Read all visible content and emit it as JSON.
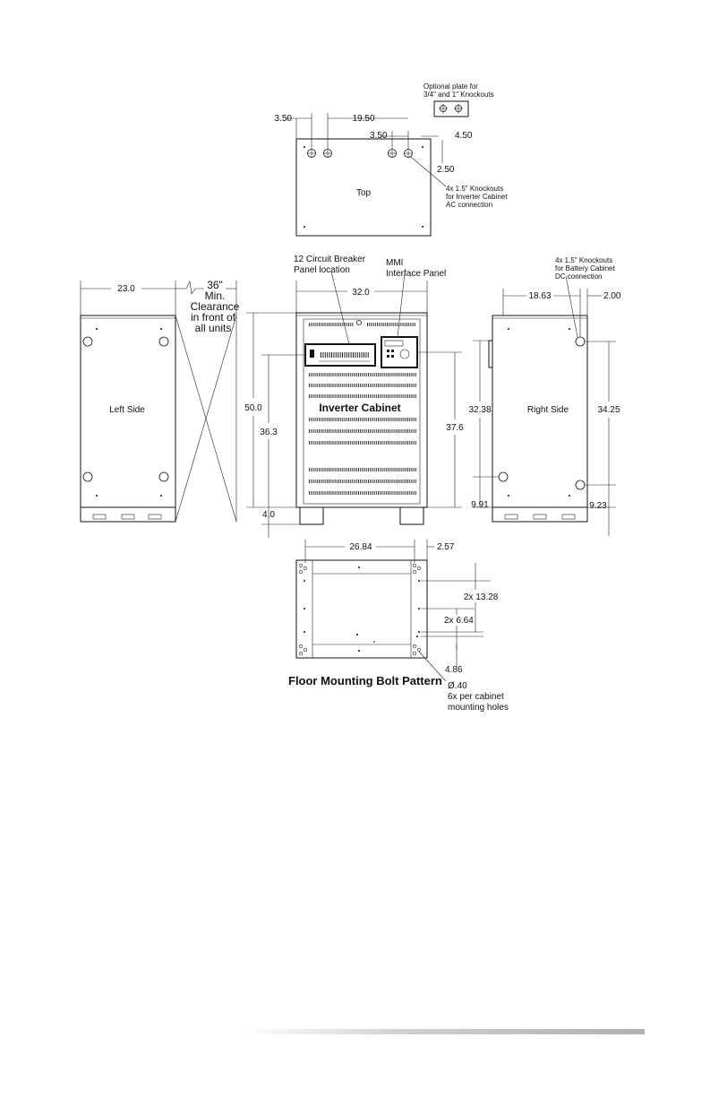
{
  "top_view": {
    "label": "Top",
    "dims": {
      "d1": "3.50",
      "d2": "19.50",
      "d3": "3.50",
      "d4": "4.50",
      "d5": "2.50"
    },
    "optional_plate_note": [
      "Optional plate for",
      "3/4\" and 1\" Knockouts"
    ],
    "knockouts_note": [
      "4x 1.5\" Knockouts",
      "for Inverter Cabinet",
      "AC connection"
    ]
  },
  "left_view": {
    "label": "Left Side",
    "width_dim": "23.0",
    "clearance_note": [
      "36\"",
      "Min.",
      "Clearance",
      "in front of",
      "all units"
    ]
  },
  "front_view": {
    "label": "Inverter Cabinet",
    "width_dim": "32.0",
    "height_dim": "50.0",
    "breaker_height": "36.3",
    "mmi_height": "37.6",
    "base_height": "4.0",
    "breaker_note": [
      "12 Circuit Breaker",
      "Panel location"
    ],
    "mmi_note": [
      "MMI",
      "Interface Panel"
    ]
  },
  "right_view": {
    "label": "Right Side",
    "dims": {
      "d1": "18.63",
      "d2": "2.00",
      "d3": "32.38",
      "d4": "34.25",
      "d5": "9.91",
      "d6": "9.23"
    },
    "knockouts_note": [
      "4x 1.5\" Knockouts",
      "for Battery Cabinet",
      "DC connection"
    ]
  },
  "floor_view": {
    "title": "Floor Mounting Bolt Pattern",
    "dims": {
      "d1": "26.84",
      "d2": "2.57",
      "d3": "2x 13.28",
      "d4": "2x 6.64",
      "d5": "4.86",
      "d6": "Ø.40"
    },
    "holes_note": [
      "6x per cabinet",
      "mounting holes"
    ]
  }
}
